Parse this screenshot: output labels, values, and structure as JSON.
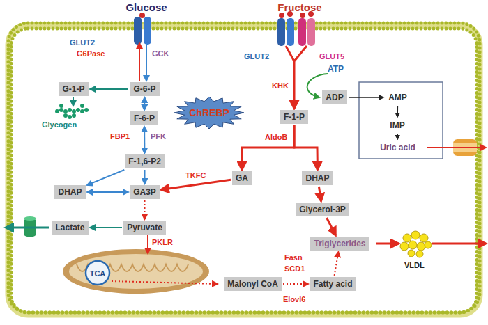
{
  "diagram": {
    "nodes": [
      {
        "text": [
          "G-6-P"
        ]
      },
      {
        "text": [
          "G-1-P"
        ]
      },
      {
        "text": [
          "F-6-P"
        ]
      },
      {
        "text": [
          "F-1,6-P2"
        ]
      },
      {
        "text": [
          "DHAP"
        ]
      },
      {
        "text": [
          "GA3P"
        ]
      },
      {
        "text": [
          "Pyruvate"
        ]
      },
      {
        "text": [
          "Lactate"
        ]
      },
      {
        "text": [
          "Malonyl CoA"
        ]
      },
      {
        "text": [
          "Fatty acid"
        ]
      },
      {
        "text": [
          "ChREBP"
        ]
      },
      {
        "text": [
          "F-1-P"
        ]
      },
      {
        "text": [
          "GA"
        ]
      },
      {
        "text": [
          "DHAP"
        ]
      },
      {
        "text": [
          "Glycerol-3P"
        ]
      },
      {
        "text": [
          "Triglycerides"
        ]
      },
      {
        "text": [
          "ADP"
        ]
      },
      {
        "text": [
          "AMP"
        ]
      },
      {
        "text": [
          "IMP"
        ]
      },
      {
        "text": [
          "Uric acid"
        ]
      }
    ],
    "edges": [
      {
        "from": 0,
        "to": 1,
        "arrow": "to"
      },
      {
        "from": 0,
        "to": 2,
        "arrow": "both"
      },
      {
        "from": 2,
        "to": 3,
        "arrow": "both"
      },
      {
        "from": 3,
        "to": 4,
        "arrow": "to"
      },
      {
        "from": 3,
        "to": 5,
        "arrow": "to"
      },
      {
        "from": 4,
        "to": 5,
        "arrow": "both"
      },
      {
        "from": 5,
        "to": 6,
        "arrow": "to"
      },
      {
        "from": 6,
        "to": 7,
        "arrow": "to"
      },
      {
        "from": 11,
        "to": 12,
        "arrow": "to"
      },
      {
        "from": 11,
        "to": 13,
        "arrow": "to"
      },
      {
        "from": 12,
        "to": 5,
        "label": "TKFC",
        "arrow": "to"
      },
      {
        "from": 13,
        "to": 14,
        "arrow": "to"
      },
      {
        "from": 14,
        "to": 15,
        "arrow": "to"
      },
      {
        "from": 8,
        "to": 9,
        "arrow": "to"
      },
      {
        "from": 9,
        "to": 15,
        "arrow": "to"
      },
      {
        "from": 16,
        "to": 17,
        "arrow": "to"
      },
      {
        "from": 17,
        "to": 18,
        "arrow": "to"
      },
      {
        "from": 18,
        "to": 19,
        "arrow": "to"
      }
    ],
    "labels": [
      "Glucose",
      "Fructose",
      "GLUT2",
      "G6Pase",
      "GCK",
      "GLUT2",
      "GLUT5",
      "ATP",
      "KHK",
      "AldoB",
      "FBP1",
      "PFK",
      "Glycogen",
      "PKLR",
      "TCA",
      "Fasn",
      "SCD1",
      "Elovl6",
      "VLDL"
    ]
  }
}
